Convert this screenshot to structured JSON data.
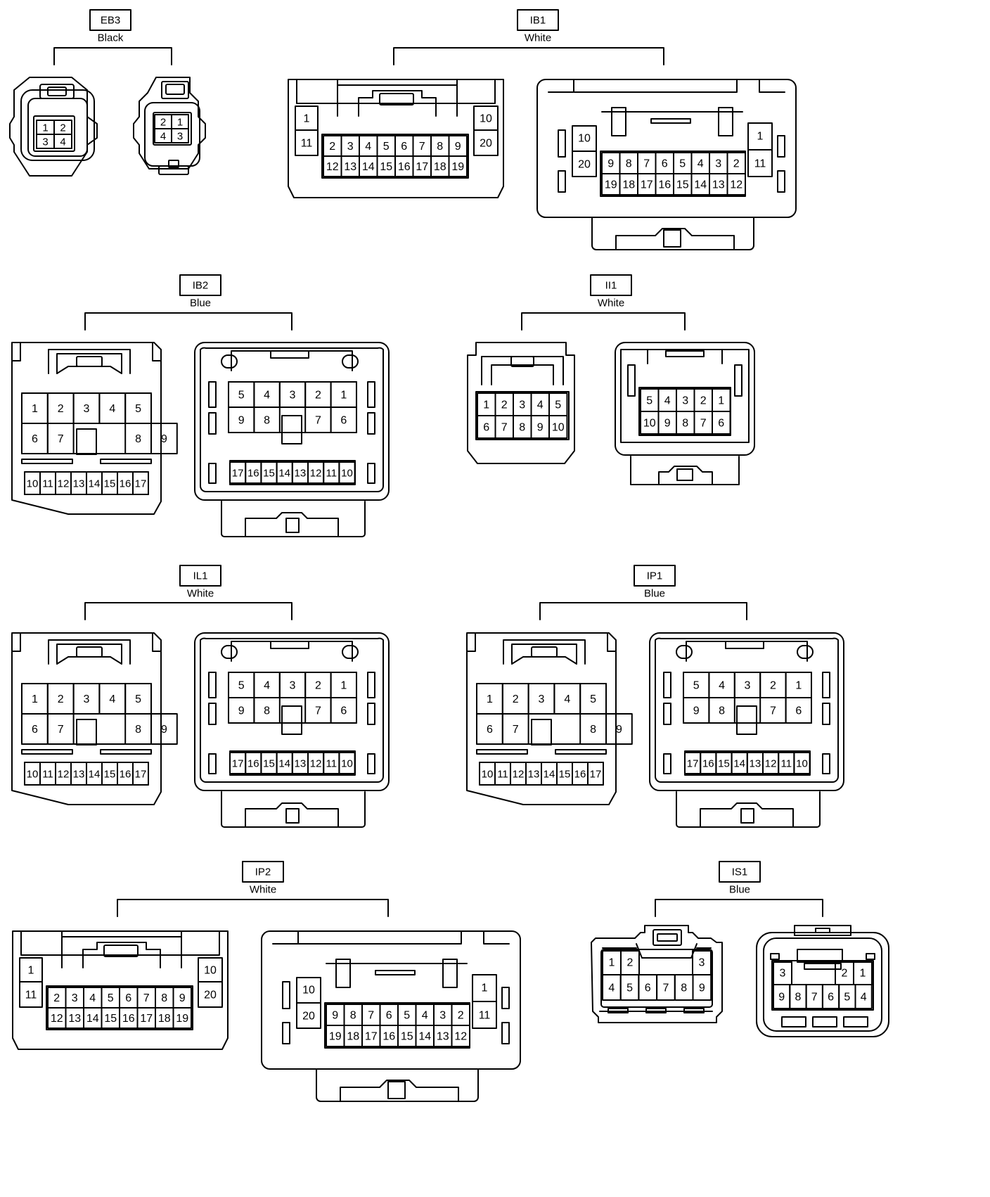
{
  "connectors": [
    {
      "id": "eb3",
      "code": "EB3",
      "color": "Black",
      "views": [
        {
          "rows": [
            [
              "1",
              "2"
            ],
            [
              "3",
              "4"
            ]
          ]
        },
        {
          "rows": [
            [
              "2",
              "1"
            ],
            [
              "4",
              "3"
            ]
          ]
        }
      ]
    },
    {
      "id": "ib1",
      "code": "IB1",
      "color": "White",
      "views": [
        {
          "single": [
            "1",
            "11",
            "10",
            "20"
          ],
          "rows": [
            [
              "2",
              "3",
              "4",
              "5",
              "6",
              "7",
              "8",
              "9"
            ],
            [
              "12",
              "13",
              "14",
              "15",
              "16",
              "17",
              "18",
              "19"
            ]
          ]
        },
        {
          "single": [
            "10",
            "20",
            "1",
            "11"
          ],
          "rows": [
            [
              "9",
              "8",
              "7",
              "6",
              "5",
              "4",
              "3",
              "2"
            ],
            [
              "19",
              "18",
              "17",
              "16",
              "15",
              "14",
              "13",
              "12"
            ]
          ]
        }
      ]
    },
    {
      "id": "ib2",
      "code": "IB2",
      "color": "Blue",
      "views": [
        {
          "rows": [
            [
              "1",
              "2",
              "3",
              "4",
              "5"
            ],
            [
              "6",
              "7",
              "8",
              "9"
            ],
            [
              "10",
              "11",
              "12",
              "13",
              "14",
              "15",
              "16",
              "17"
            ]
          ]
        },
        {
          "rows": [
            [
              "5",
              "4",
              "3",
              "2",
              "1"
            ],
            [
              "9",
              "8",
              "7",
              "6"
            ],
            [
              "17",
              "16",
              "15",
              "14",
              "13",
              "12",
              "11",
              "10"
            ]
          ]
        }
      ]
    },
    {
      "id": "ii1",
      "code": "II1",
      "color": "White",
      "views": [
        {
          "rows": [
            [
              "1",
              "2",
              "3",
              "4",
              "5"
            ],
            [
              "6",
              "7",
              "8",
              "9",
              "10"
            ]
          ]
        },
        {
          "rows": [
            [
              "5",
              "4",
              "3",
              "2",
              "1"
            ],
            [
              "10",
              "9",
              "8",
              "7",
              "6"
            ]
          ]
        }
      ]
    },
    {
      "id": "il1",
      "code": "IL1",
      "color": "White",
      "views": [
        {
          "rows": [
            [
              "1",
              "2",
              "3",
              "4",
              "5"
            ],
            [
              "6",
              "7",
              "8",
              "9"
            ],
            [
              "10",
              "11",
              "12",
              "13",
              "14",
              "15",
              "16",
              "17"
            ]
          ]
        },
        {
          "rows": [
            [
              "5",
              "4",
              "3",
              "2",
              "1"
            ],
            [
              "9",
              "8",
              "7",
              "6"
            ],
            [
              "17",
              "16",
              "15",
              "14",
              "13",
              "12",
              "11",
              "10"
            ]
          ]
        }
      ]
    },
    {
      "id": "ip1",
      "code": "IP1",
      "color": "Blue",
      "views": [
        {
          "rows": [
            [
              "1",
              "2",
              "3",
              "4",
              "5"
            ],
            [
              "6",
              "7",
              "8",
              "9"
            ],
            [
              "10",
              "11",
              "12",
              "13",
              "14",
              "15",
              "16",
              "17"
            ]
          ]
        },
        {
          "rows": [
            [
              "5",
              "4",
              "3",
              "2",
              "1"
            ],
            [
              "9",
              "8",
              "7",
              "6"
            ],
            [
              "17",
              "16",
              "15",
              "14",
              "13",
              "12",
              "11",
              "10"
            ]
          ]
        }
      ]
    },
    {
      "id": "ip2",
      "code": "IP2",
      "color": "White",
      "views": [
        {
          "single": [
            "1",
            "11",
            "10",
            "20"
          ],
          "rows": [
            [
              "2",
              "3",
              "4",
              "5",
              "6",
              "7",
              "8",
              "9"
            ],
            [
              "12",
              "13",
              "14",
              "15",
              "16",
              "17",
              "18",
              "19"
            ]
          ]
        },
        {
          "single": [
            "10",
            "20",
            "1",
            "11"
          ],
          "rows": [
            [
              "9",
              "8",
              "7",
              "6",
              "5",
              "4",
              "3",
              "2"
            ],
            [
              "19",
              "18",
              "17",
              "16",
              "15",
              "14",
              "13",
              "12"
            ]
          ]
        }
      ]
    },
    {
      "id": "is1",
      "code": "IS1",
      "color": "Blue",
      "views": [
        {
          "rows": [
            [
              "1",
              "2",
              "3"
            ],
            [
              "4",
              "5",
              "6",
              "7",
              "8",
              "9"
            ]
          ]
        },
        {
          "rows": [
            [
              "3",
              "2",
              "1"
            ],
            [
              "9",
              "8",
              "7",
              "6",
              "5",
              "4"
            ]
          ]
        }
      ]
    }
  ]
}
